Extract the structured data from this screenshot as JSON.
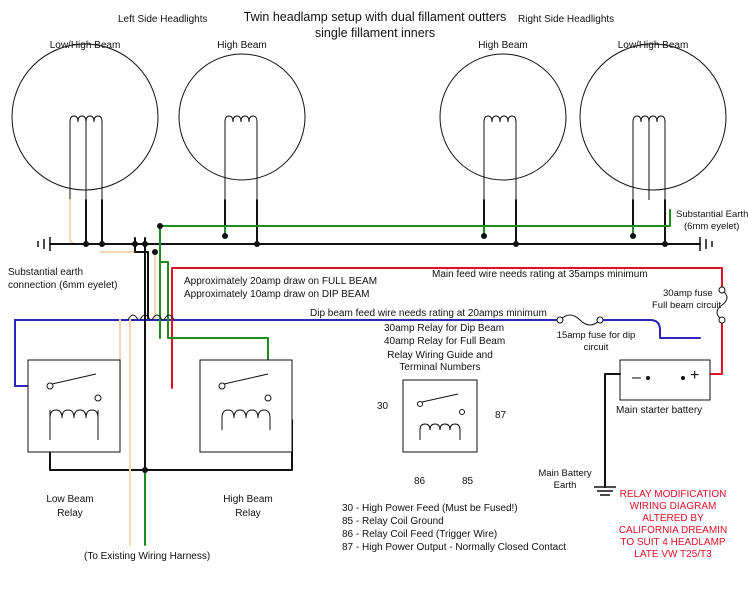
{
  "title": {
    "line1": "Twin headlamp setup with dual fillament outters",
    "line2": "single fillament inners"
  },
  "headlights": {
    "left_heading": "Left Side Headlights",
    "right_heading": "Right Side Headlights",
    "lamp1_label": "Low/High Beam",
    "lamp2_label": "High Beam",
    "lamp3_label": "High Beam",
    "lamp4_label": "Low/High Beam"
  },
  "earth": {
    "right_line1": "Substantial Earth",
    "right_line2": "(6mm eyelet)",
    "left_line1": "Substantial earth",
    "left_line2": "connection (6mm eyelet)",
    "battery_earth_line1": "Main Battery",
    "battery_earth_line2": "Earth"
  },
  "notes": {
    "full_beam_draw": "Approximately 20amp draw on FULL BEAM",
    "dip_beam_draw": "Approximately 10amp draw on DIP BEAM",
    "main_feed": "Main feed wire needs rating at 35amps minimum",
    "dip_feed": "Dip beam feed wire needs rating at 20amps minimum",
    "relay_dip": "30amp Relay for Dip Beam",
    "relay_full": "40amp Relay for Full Beam"
  },
  "fuses": {
    "full_line1": "30amp fuse",
    "full_line2": "Full beam circuit",
    "dip_line1": "15amp fuse for dip",
    "dip_line2": "circuit"
  },
  "battery": {
    "label": "Main starter battery",
    "minus": "–",
    "plus": "+"
  },
  "relays": {
    "low_line1": "Low Beam",
    "low_line2": "Relay",
    "high_line1": "High Beam",
    "high_line2": "Relay"
  },
  "guide": {
    "title_line1": "Relay Wiring Guide and",
    "title_line2": "Terminal Numbers",
    "t30": "30",
    "t87": "87",
    "t86": "86",
    "t85": "85"
  },
  "legend": [
    "30 - High Power Feed (Must be Fused!)",
    "85 - Relay Coil Ground",
    "86 - Relay Coil Feed (Trigger Wire)",
    "87 - High Power Output - Normally Closed Contact"
  ],
  "harness": "(To Existing Wiring Harness)",
  "credit": [
    "RELAY MODIFICATION",
    "WIRING DIAGRAM",
    "ALTERED BY",
    "CALIFORNIA DREAMIN",
    "TO SUIT 4 HEADLAMP",
    "LATE VW T25/T3"
  ],
  "colors": {
    "earth_wire": "#111111",
    "high_beam_wire": "#1f8a1f",
    "main_feed_wire": "#e0102a",
    "dip_feed_wire": "#2a26b8",
    "harness_wire": "#f2d7b0",
    "credit_text": "#e0102a"
  }
}
